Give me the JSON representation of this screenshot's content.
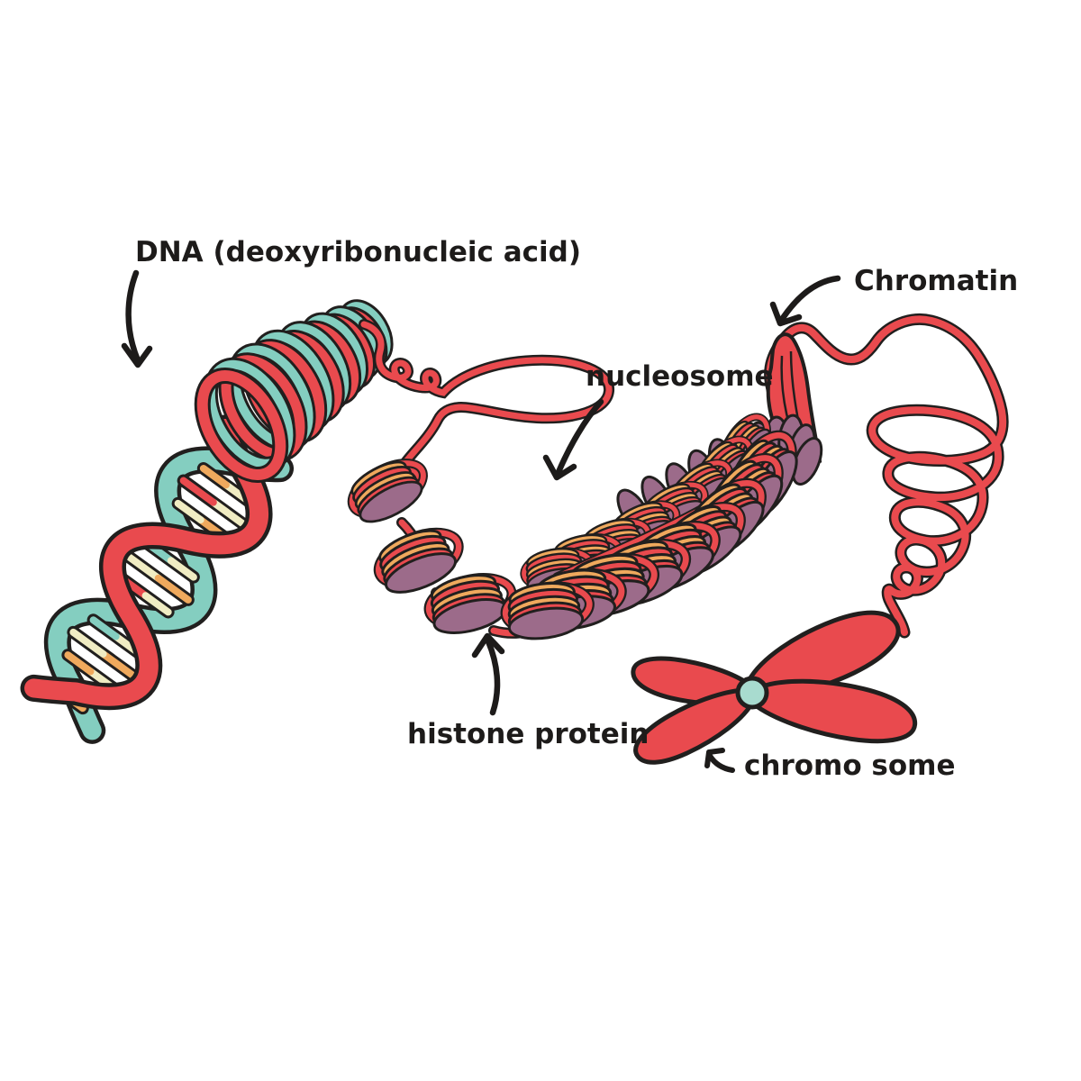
{
  "diagram": {
    "labels": {
      "dna": "DNA (deoxyribonucleic acid)",
      "chromatin": "Chromatin",
      "nucleosome": "nucleosome",
      "histone_protein": "histone protein",
      "chromosome": "chromo some"
    },
    "colors": {
      "background": "#ffffff",
      "outline": "#211f1e",
      "dna_red": "#e94a4e",
      "dna_teal": "#84cec0",
      "dna_teal_light": "#c9e9dd",
      "rung_orange": "#efa95d",
      "rung_cream": "#f0ecc3",
      "histone_purple": "#9c6b8a",
      "centromere_mint": "#a8dbcf",
      "label_ink": "#1d1b1a"
    }
  }
}
